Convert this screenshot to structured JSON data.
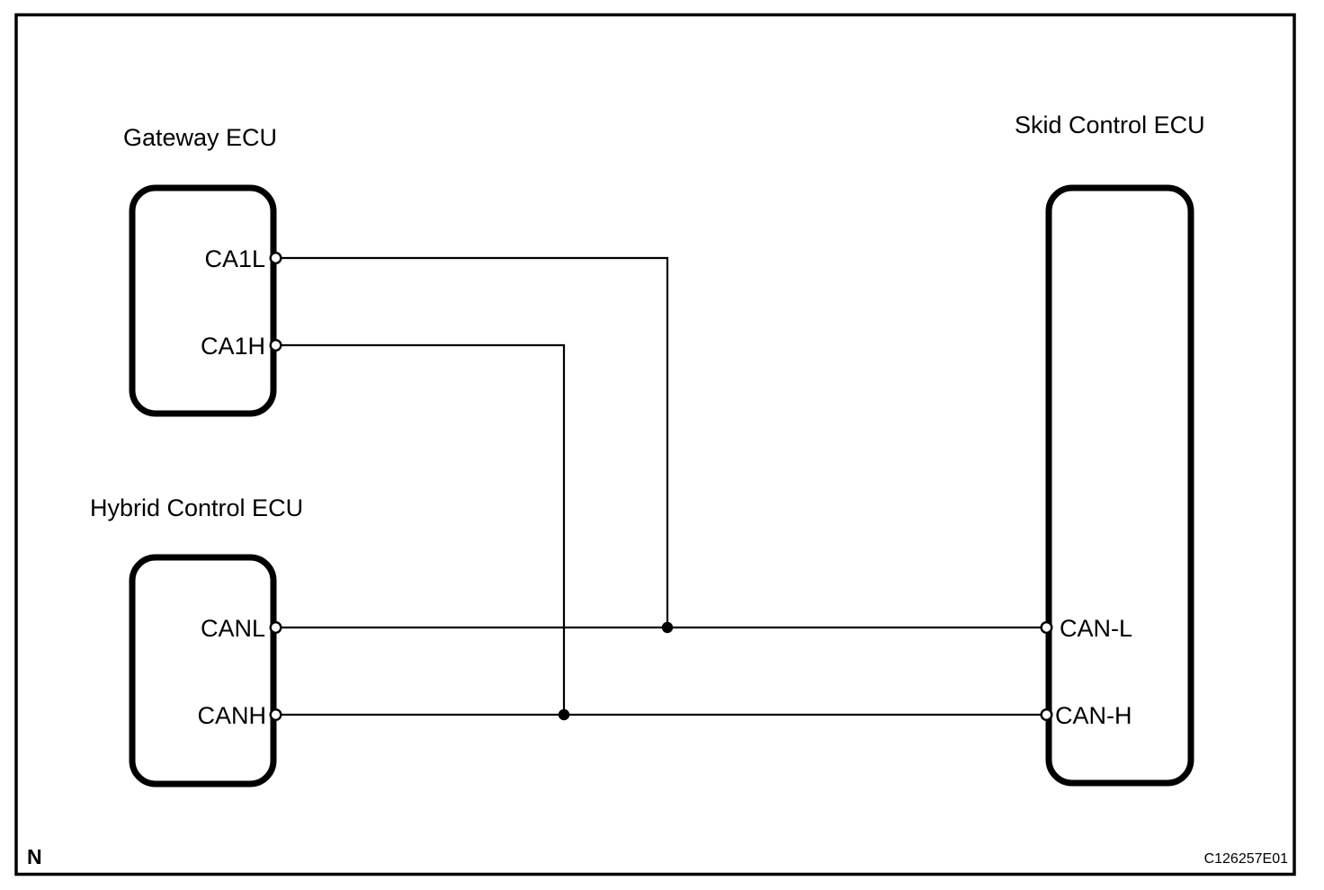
{
  "page": {
    "note_label": "N",
    "figure_code": "C126257E01",
    "background_color": "#ffffff",
    "line_color": "#000000"
  },
  "ecus": {
    "gateway": {
      "title": "Gateway ECU",
      "pins": {
        "low": "CA1L",
        "high": "CA1H"
      }
    },
    "hybrid": {
      "title": "Hybrid Control ECU",
      "pins": {
        "low": "CANL",
        "high": "CANH"
      }
    },
    "skid": {
      "title": "Skid Control ECU",
      "pins": {
        "low": "CAN-L",
        "high": "CAN-H"
      }
    }
  },
  "connections": [
    {
      "from": "Gateway ECU CA1L",
      "to": "CAN-L bus wire (junction)"
    },
    {
      "from": "Gateway ECU CA1H",
      "to": "CAN-H bus wire (junction)"
    },
    {
      "from": "Hybrid Control ECU CANL",
      "to": "Skid Control ECU CAN-L"
    },
    {
      "from": "Hybrid Control ECU CANH",
      "to": "Skid Control ECU CAN-H"
    }
  ]
}
